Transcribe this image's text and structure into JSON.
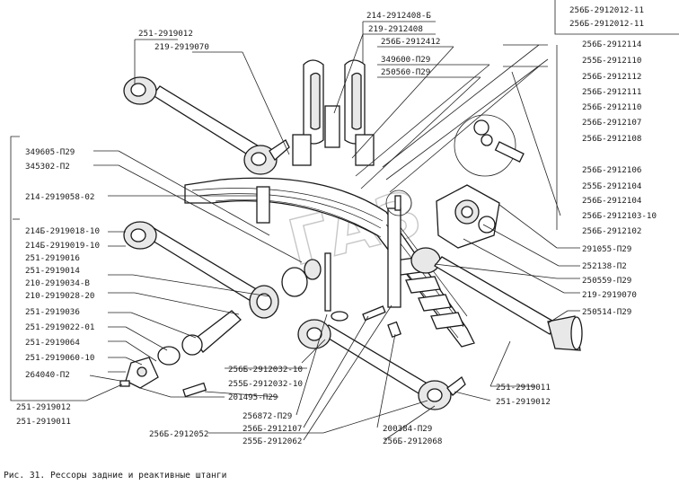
{
  "caption": "Рис. 31. Рессоры задние и реактивные штанги",
  "watermark": "ГАЗ",
  "labels": {
    "l01": "251-2919012",
    "l02": "219-2919070",
    "l03": "214-2912408-Б",
    "l04": "219-2912408",
    "l05": "256Б-2912412",
    "l06": "349600-П29",
    "l07": "250560-П29",
    "l08": "256Б-2912012-11",
    "l09": "256Б-2912012-11",
    "l10": "256Б-2912114",
    "l11": "255Б-2912110",
    "l12": "256Б-2912112",
    "l13": "256Б-2912111",
    "l14": "256Б-2912110",
    "l15": "256Б-2912107",
    "l16": "256Б-2912108",
    "l17": "349605-П29",
    "l18": "345302-П2",
    "l19": "214-2919058-02",
    "l20": "256Б-2912106",
    "l21": "255Б-2912104",
    "l22": "256Б-2912104",
    "l23": "256Б-2912103-10",
    "l24": "256Б-2912102",
    "l25": "214Б-2919018-10",
    "l26": "214Б-2919019-10",
    "l27": "251-2919016",
    "l28": "251-2919014",
    "l29": "210-2919034-В",
    "l30": "210-2919028-20",
    "l31": "291055-П29",
    "l32": "252138-П2",
    "l33": "250559-П29",
    "l34": "219-2919070",
    "l35": "250514-П29",
    "l36": "251-2919036",
    "l37": "251-2919022-01",
    "l38": "251-2919064",
    "l39": "251-2919060-10",
    "l40": "264040-П2",
    "l41": "256Б-2912032-10",
    "l42": "255Б-2912032-10",
    "l43": "201495-П29",
    "l44": "251-2919011",
    "l45": "251-2919012",
    "l46": "251-2919012",
    "l47": "251-2919011",
    "l48": "256872-П29",
    "l49": "256Б-2912107",
    "l50": "255Б-2912062",
    "l51": "256Б-2912052",
    "l52": "200384-П29",
    "l53": "256Б-2912068"
  }
}
